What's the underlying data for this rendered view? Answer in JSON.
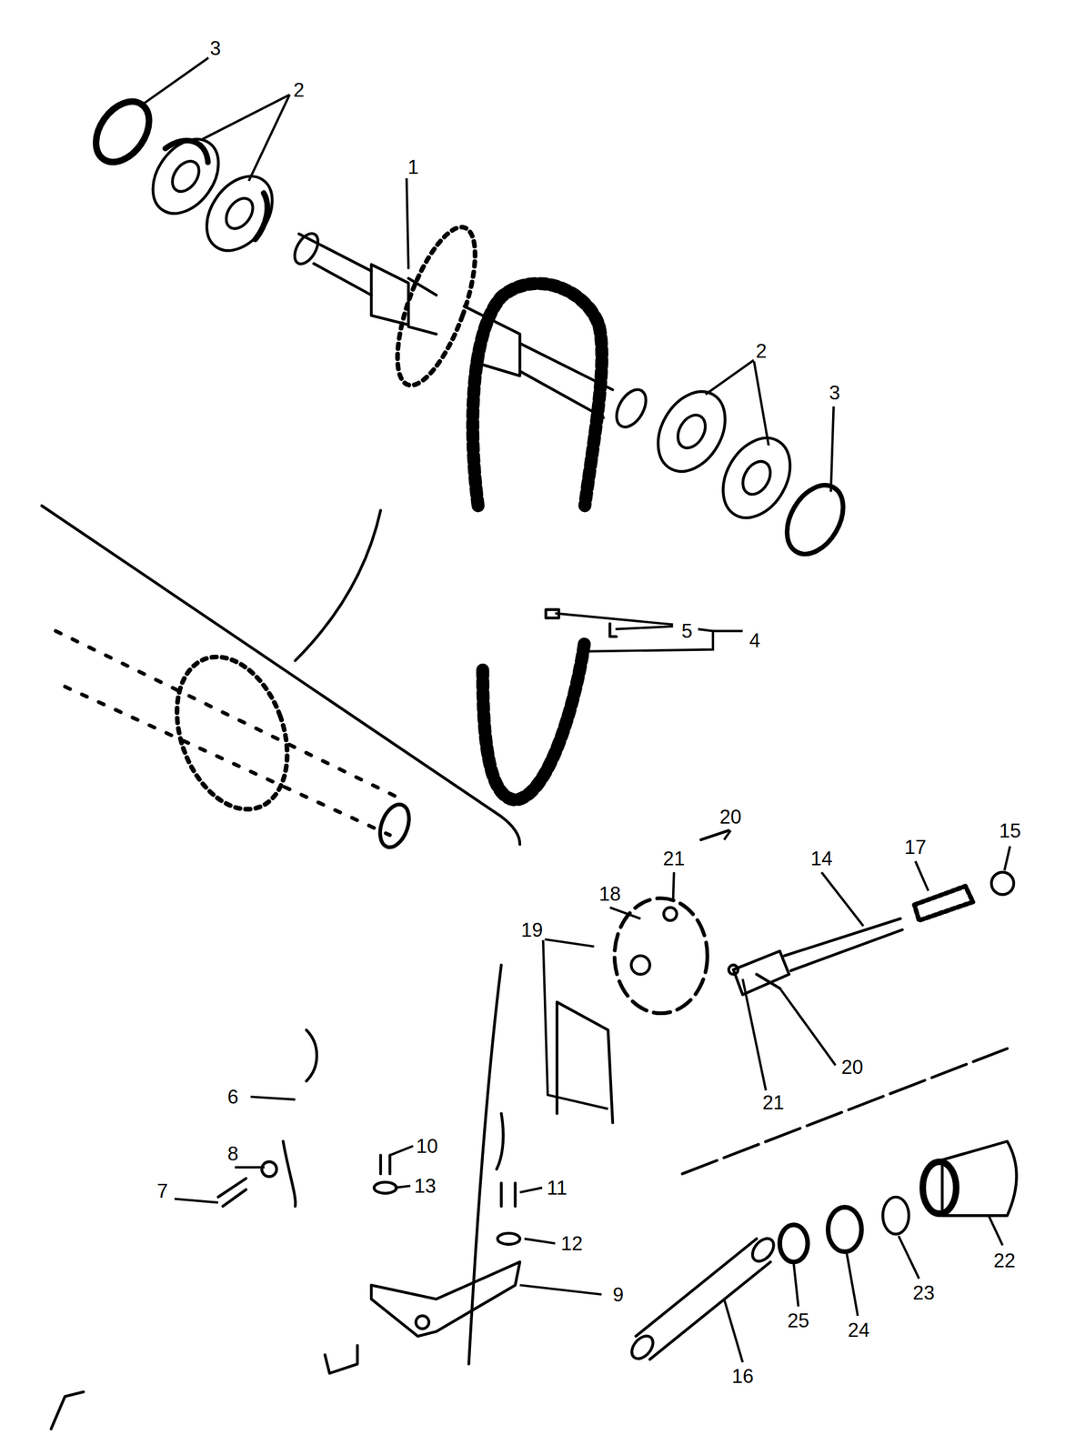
{
  "diagram": {
    "labels": [
      "3",
      "2",
      "1",
      "2",
      "3",
      "5",
      "4",
      "20",
      "21",
      "15",
      "14",
      "17",
      "18",
      "19",
      "21",
      "20",
      "6",
      "10",
      "8",
      "13",
      "11",
      "7",
      "12",
      "22",
      "9",
      "23",
      "25",
      "24",
      "16"
    ]
  }
}
